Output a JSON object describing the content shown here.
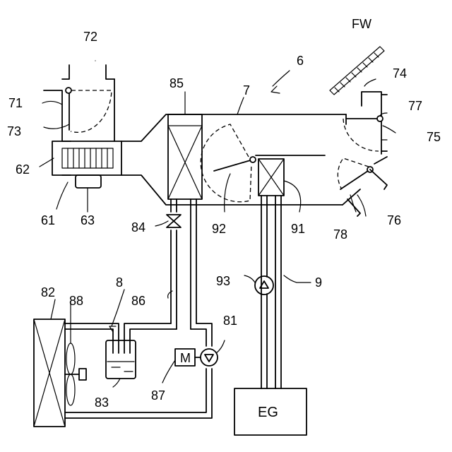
{
  "labels": {
    "r6": "6",
    "r7": "7",
    "r8": "8",
    "r9": "9",
    "r61": "61",
    "r62": "62",
    "r63": "63",
    "r71": "71",
    "r72": "72",
    "r73": "73",
    "r74": "74",
    "r75": "75",
    "r76": "76",
    "r77": "77",
    "r78": "78",
    "r81": "81",
    "r82": "82",
    "r83": "83",
    "r84": "84",
    "r85": "85",
    "r86": "86",
    "r87": "87",
    "r88": "88",
    "r91": "91",
    "r92": "92",
    "r93": "93",
    "fw": "FW",
    "motor": "M",
    "engine": "EG"
  }
}
